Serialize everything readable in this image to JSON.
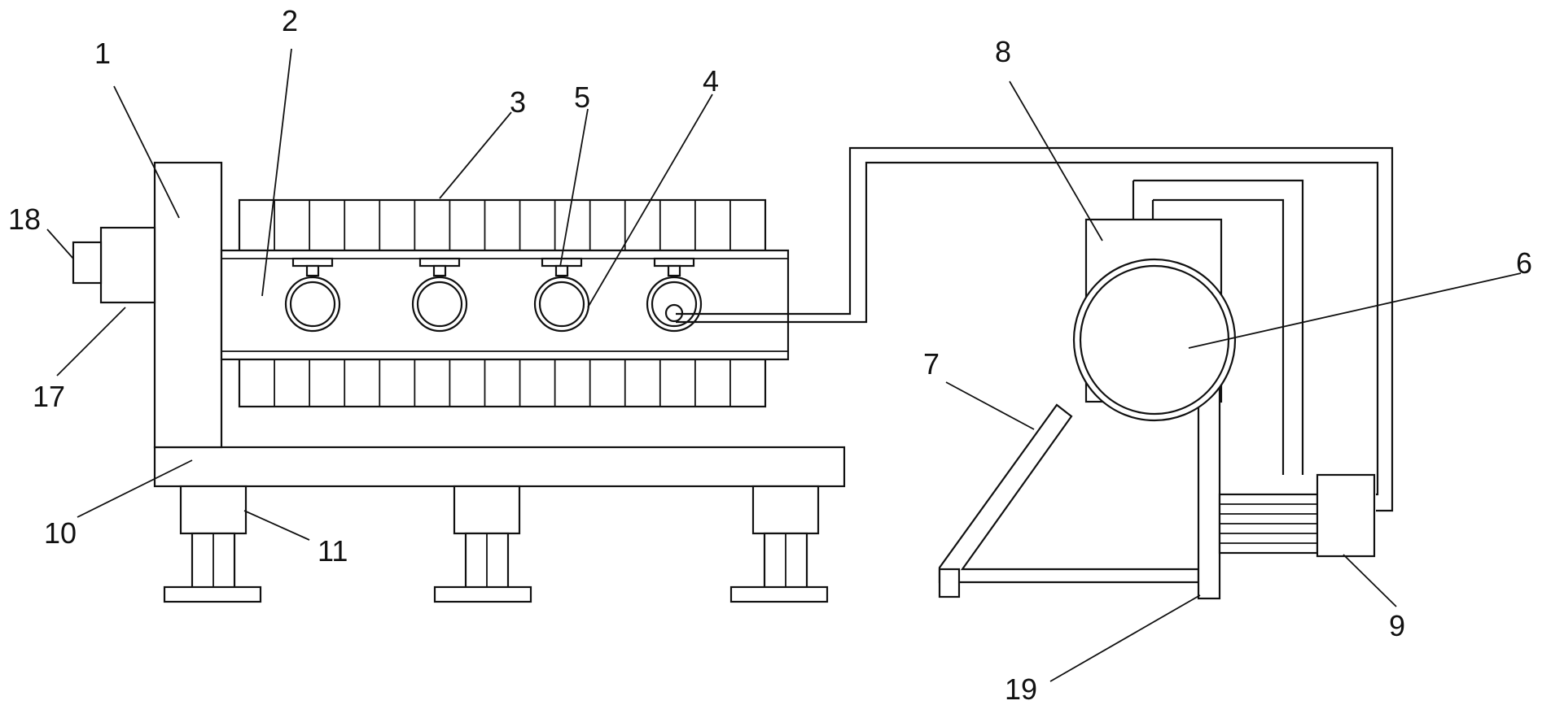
{
  "labels": {
    "l1": "1",
    "l2": "2",
    "l3": "3",
    "l4": "4",
    "l5": "5",
    "l6": "6",
    "l7": "7",
    "l8": "8",
    "l9": "9",
    "l10": "10",
    "l11": "11",
    "l17": "17",
    "l18": "18",
    "l19": "19"
  },
  "colors": {
    "line": "#111111",
    "background": "#ffffff"
  }
}
